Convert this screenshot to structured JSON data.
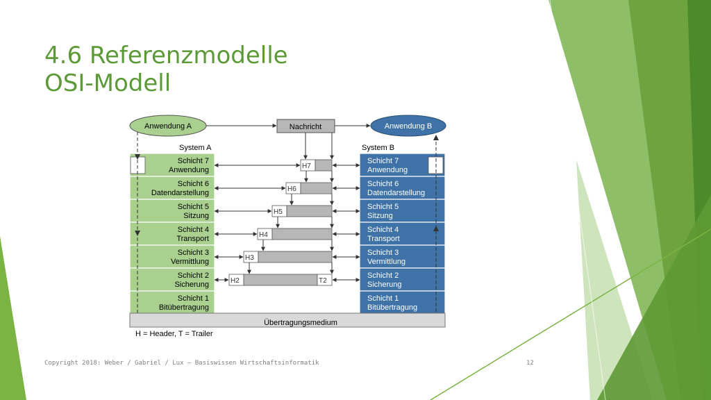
{
  "slide": {
    "title_line1": "4.6 Referenzmodelle",
    "title_line2": "OSI-Modell",
    "footer": "Copyright 2018: Weber / Gabriel / Lux – Basiswissen Wirtschaftsinformatik",
    "page_number": "12"
  },
  "diagram": {
    "app_a": "Anwendung A",
    "message": "Nachricht",
    "app_b": "Anwendung B",
    "system_a": "System A",
    "system_b": "System B",
    "medium": "Übertragungsmedium",
    "legend": "H = Header, T = Trailer",
    "trailer": "T2",
    "layers": [
      {
        "line1": "Schicht 7",
        "line2": "Anwendung",
        "header": "H7"
      },
      {
        "line1": "Schicht 6",
        "line2": "Datendarstellung",
        "header": "H6"
      },
      {
        "line1": "Schicht 5",
        "line2": "Sitzung",
        "header": "H5"
      },
      {
        "line1": "Schicht 4",
        "line2": "Transport",
        "header": "H4"
      },
      {
        "line1": "Schicht 3",
        "line2": "Vermittlung",
        "header": "H3"
      },
      {
        "line1": "Schicht 2",
        "line2": "Sicherung",
        "header": "H2"
      },
      {
        "line1": "Schicht 1",
        "line2": "Bitübertragung",
        "header": ""
      }
    ]
  },
  "colors": {
    "accent_green": "#5b9a36",
    "system_a_fill": "#a9d08e",
    "system_b_fill": "#3f72a6",
    "packet_fill": "#b7b7b7",
    "medium_fill": "#d9d9d9"
  }
}
